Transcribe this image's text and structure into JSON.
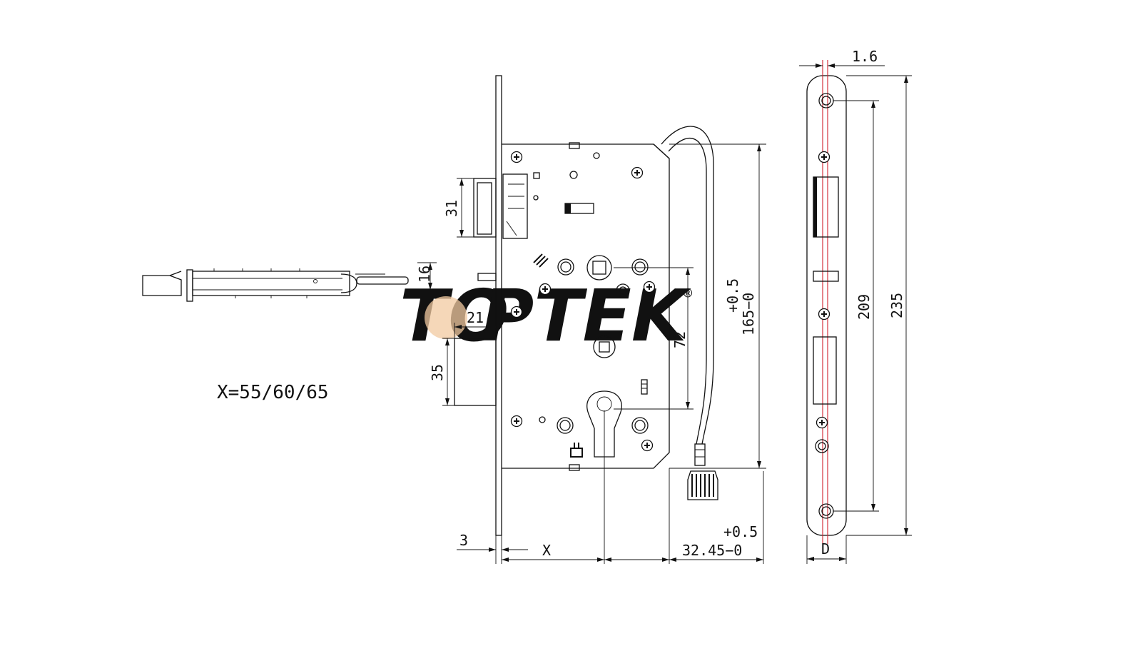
{
  "watermark": {
    "brand": "TOPTEK",
    "brand_part1": "TO",
    "brand_part2": "PTEK",
    "registered_mark": "®",
    "colors": {
      "grey": "#d4d4d4",
      "orange": "#f2c9a0"
    }
  },
  "formula": "X=55/60/65",
  "dimensions": {
    "d31": "31",
    "d16": "16",
    "d21": "21",
    "d35": "35",
    "d72": "72",
    "d165_tol": "+0.5",
    "d165": "165−0",
    "d3": "3",
    "dX": "X",
    "d3245_tol": "+0.5",
    "d3245": "32.45−0",
    "d1_6": "1.6",
    "d209": "209",
    "d235": "235",
    "dD": "D"
  },
  "colors": {
    "line": "#111111",
    "centerline": "#d21f2a"
  }
}
